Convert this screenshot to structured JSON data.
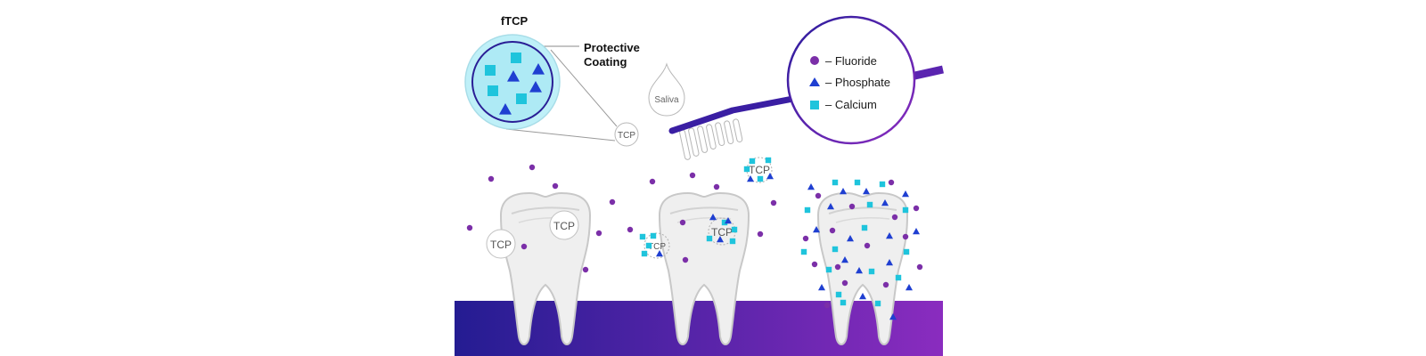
{
  "colors": {
    "fluoride": "#7b2fa8",
    "phosphate": "#1f3fd1",
    "calcium": "#1fc4dc",
    "gum_start": "#241c92",
    "gum_end": "#8a2cbf",
    "tooth_fill": "#efefef",
    "tooth_stroke": "#c8c8c8",
    "brush": "#3a1ea3",
    "lens_ring": "#4a2aa8",
    "ftcp_fill": "#bff0f8"
  },
  "ftcp": {
    "title": "fTCP",
    "coating_line1": "Protective",
    "coating_line2": "Coating"
  },
  "saliva_label": "Saliva",
  "tcp_label": "TCP",
  "legend": [
    {
      "symbol": "circle",
      "label": "– Fluoride"
    },
    {
      "symbol": "triangle",
      "label": "– Phosphate"
    },
    {
      "symbol": "square",
      "label": "– Calcium"
    }
  ]
}
